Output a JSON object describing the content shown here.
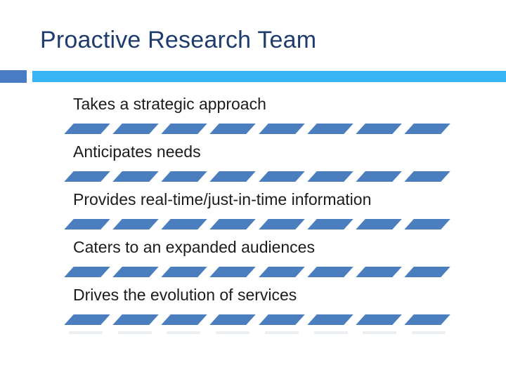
{
  "slide": {
    "title": "Proactive Research Team",
    "bullets": [
      "Takes a strategic approach",
      "Anticipates needs",
      "Provides real-time/just-in-time information",
      "Caters to an expanded audiences",
      "Drives the evolution of services"
    ],
    "divider": {
      "segments_per_row": 8,
      "color": "#4A7EBF"
    },
    "colors": {
      "title_text": "#1E3C6E",
      "body_text": "#1C1C1C",
      "accent_square": "#4A7CC6",
      "header_bar": "#38B5F5",
      "background": "#FFFFFF"
    }
  }
}
